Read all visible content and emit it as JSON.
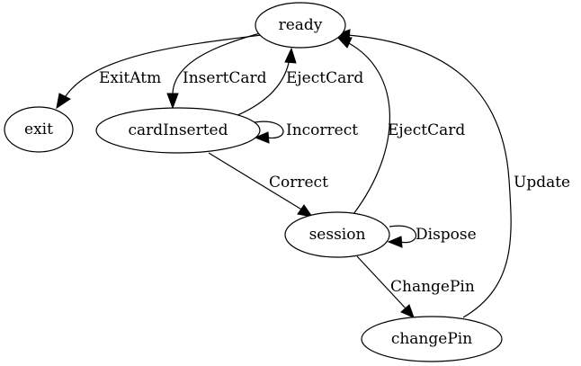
{
  "states": {
    "ready": "ready",
    "exit": "exit",
    "card_inserted": "cardInserted",
    "session": "session",
    "change_pin": "changePin"
  },
  "transitions": {
    "exit_atm": "ExitAtm",
    "insert_card": "InsertCard",
    "eject_card_from_card_inserted": "EjectCard",
    "incorrect": "Incorrect",
    "correct": "Correct",
    "eject_card_from_session": "EjectCard",
    "dispose": "Dispose",
    "change_pin": "ChangePin",
    "update": "Update"
  },
  "colors": {
    "stroke": "#000000",
    "fill": "#ffffff",
    "background": "#ffffff"
  }
}
